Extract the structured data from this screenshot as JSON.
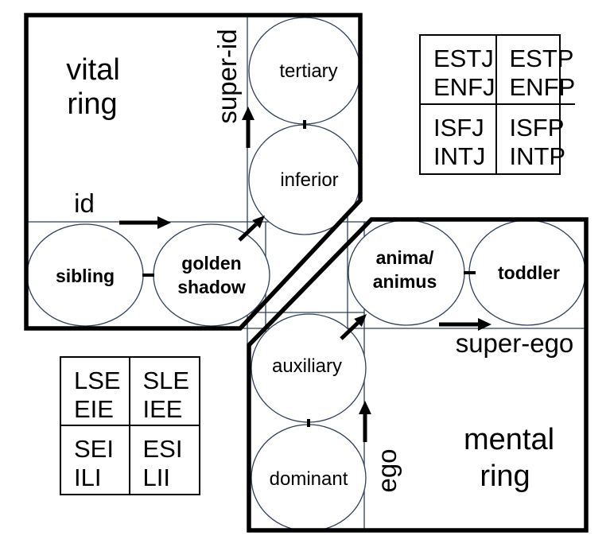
{
  "diagram": {
    "vital_ring_label": [
      "vital",
      "ring"
    ],
    "mental_ring_label": [
      "mental",
      "ring"
    ],
    "axis_labels": {
      "id": "id",
      "super_id": "super-id",
      "ego": "ego",
      "super_ego": "super-ego"
    },
    "function_labels": {
      "tertiary": "tertiary",
      "inferior": "inferior",
      "sibling": "sibling",
      "golden_shadow": [
        "golden",
        "shadow"
      ],
      "anima_animus": [
        "anima/",
        "animus"
      ],
      "toddler": "toddler",
      "auxiliary": "auxiliary",
      "dominant": "dominant"
    },
    "colors": {
      "outline_thick": "#000000",
      "line_thin": "#2e3f5c",
      "text": "#000000",
      "background": "#ffffff"
    }
  },
  "tables": {
    "mbti_types": {
      "cells": [
        [
          "ESTJ",
          "ENFJ"
        ],
        [
          "ESTP",
          "ENFP"
        ],
        [
          "ISFJ",
          "INTJ"
        ],
        [
          "ISFP",
          "INTP"
        ]
      ]
    },
    "socionics_types": {
      "cells": [
        [
          "LSE",
          "EIE"
        ],
        [
          "SLE",
          "IEE"
        ],
        [
          "SEI",
          "ILI"
        ],
        [
          "ESI",
          "LII"
        ]
      ]
    }
  }
}
